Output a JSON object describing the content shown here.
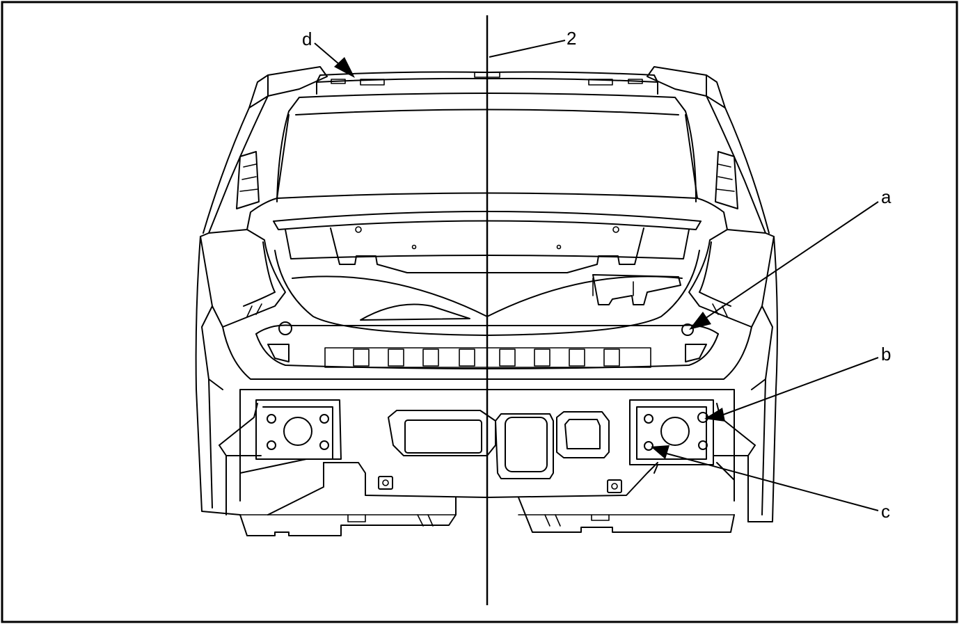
{
  "diagram": {
    "labels": {
      "a": "a",
      "b": "b",
      "c": "c",
      "d": "d",
      "centerline": "2"
    }
  }
}
